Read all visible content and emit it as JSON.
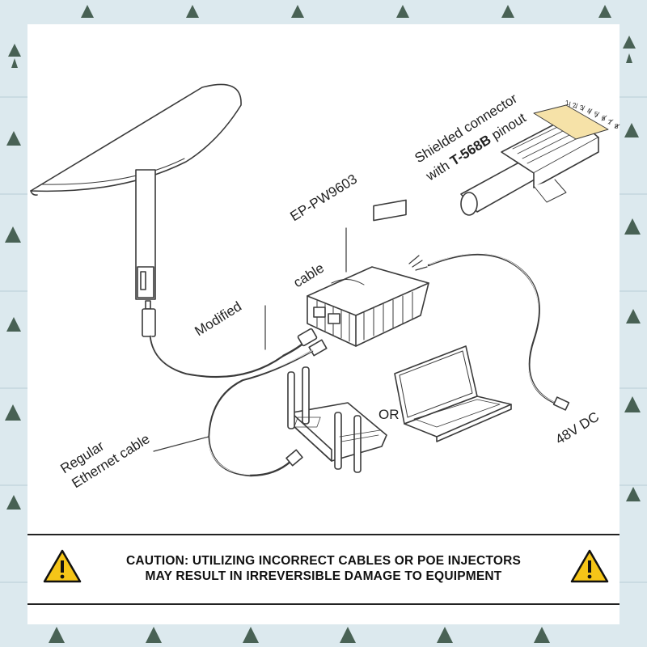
{
  "labels": {
    "injector": "EP-PW9603",
    "cable": "cable",
    "modified": "Modified",
    "regular_line1": "Regular",
    "regular_line2": "Ethernet cable",
    "or": "OR",
    "dc": "48V DC",
    "connector_line1": "Shielded connector",
    "connector_line2_prefix": "with ",
    "connector_line2_bold": "T-568B",
    "connector_line2_suffix": " pinout",
    "pins": [
      "1",
      "2",
      "3",
      "4",
      "5",
      "6",
      "7",
      "8"
    ]
  },
  "caution": {
    "line1": "CAUTION: UTILIZING INCORRECT CABLES OR POE INJECTORS",
    "line2": "MAY RESULT IN IRREVERSIBLE DAMAGE TO EQUIPMENT"
  },
  "colors": {
    "line": "#3a3a3a",
    "caution_fill": "#f5c518",
    "border_bg": "#dce9ee",
    "tree": "#2f4a3a"
  }
}
